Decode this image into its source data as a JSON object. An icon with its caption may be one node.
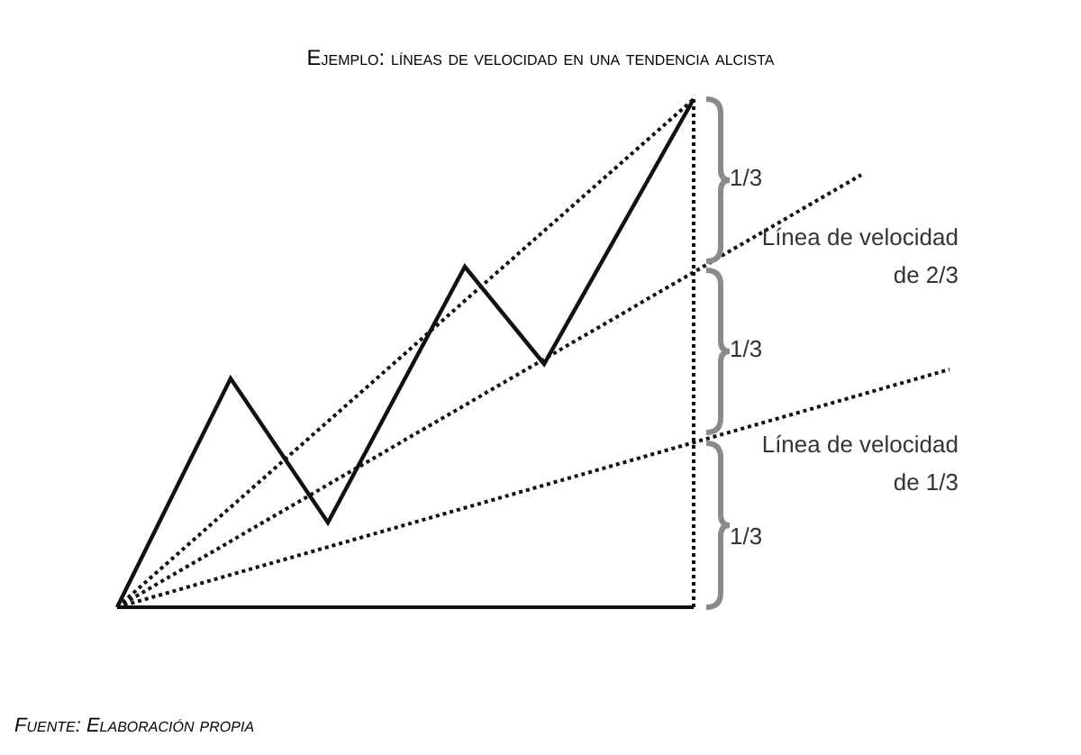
{
  "diagram": {
    "title": "Ejemplo: líneas de velocidad en una tendencia alcista",
    "caption": "Fuente: Elaboración propia",
    "labels": [
      "1/3",
      "Línea de velocidad de 2/3",
      "1/3",
      "Línea de velocidad de 1/3",
      "1/3"
    ]
  }
}
